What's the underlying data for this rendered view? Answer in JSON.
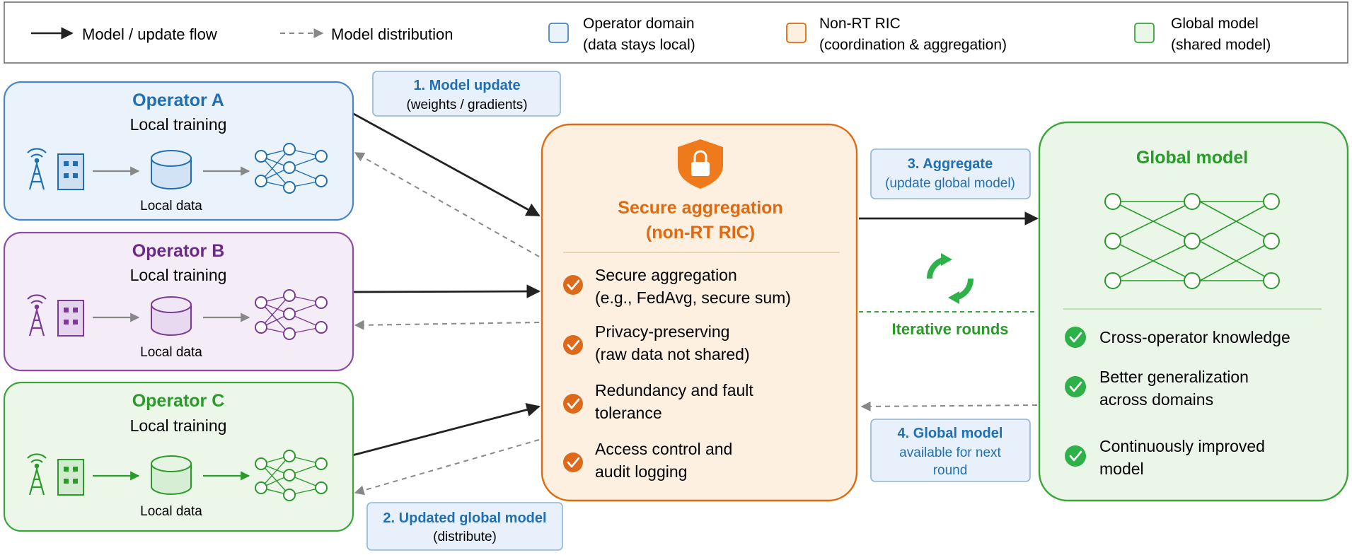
{
  "legend": {
    "solid_flow": "Model / update flow",
    "dashed_flow": "Model distribution",
    "operator_domain": [
      "Operator domain",
      "(data stays local)"
    ],
    "nonrt_ric": [
      "Non-RT RIC",
      "(coordination & aggregation)"
    ],
    "global_model": [
      "Global model",
      "(shared model)"
    ]
  },
  "operators": [
    {
      "name": "Operator A",
      "subtitle": "Local training",
      "data_label": "Local data",
      "color": "#1f6fb2",
      "fill": "#eaf2fb",
      "line": "#4a86c5"
    },
    {
      "name": "Operator B",
      "subtitle": "Local training",
      "data_label": "Local data",
      "color": "#6a2a86",
      "fill": "#f4ecf7",
      "line": "#8e4ca8"
    },
    {
      "name": "Operator C",
      "subtitle": "Local training",
      "data_label": "Local data",
      "color": "#2a9a2a",
      "fill": "#ecf7ea",
      "line": "#3aa63a"
    }
  ],
  "callouts": {
    "model_update": [
      "1. Model update",
      "(weights / gradients)"
    ],
    "updated_global": [
      "2. Updated global model",
      "(distribute)"
    ],
    "aggregate": [
      "3. Aggregate",
      "(update global model)"
    ],
    "global_available": [
      "4. Global model",
      "available for next",
      "round"
    ]
  },
  "aggregator": {
    "title": [
      "Secure aggregation",
      "(non-RT RIC)"
    ],
    "items": [
      [
        "Secure aggregation",
        "(e.g., FedAvg, secure sum)"
      ],
      [
        "Privacy-preserving",
        "(raw data not shared)"
      ],
      [
        "Redundancy and fault",
        "tolerance"
      ],
      [
        "Access control and",
        "audit logging"
      ]
    ]
  },
  "iterative_rounds": "Iterative rounds",
  "global": {
    "title": "Global model",
    "items": [
      [
        "Cross-operator knowledge"
      ],
      [
        "Better generalization",
        "across domains"
      ],
      [
        "Continuously improved",
        "model"
      ]
    ]
  },
  "colors": {
    "blue": "#1f6fb2",
    "orange": "#e06a10",
    "orange_fill": "#fdf0e0",
    "green": "#2a9a2a",
    "green_fill": "#eaf6e8",
    "callout_fill": "#e8f1fb",
    "callout_stroke": "#8fb4da"
  }
}
